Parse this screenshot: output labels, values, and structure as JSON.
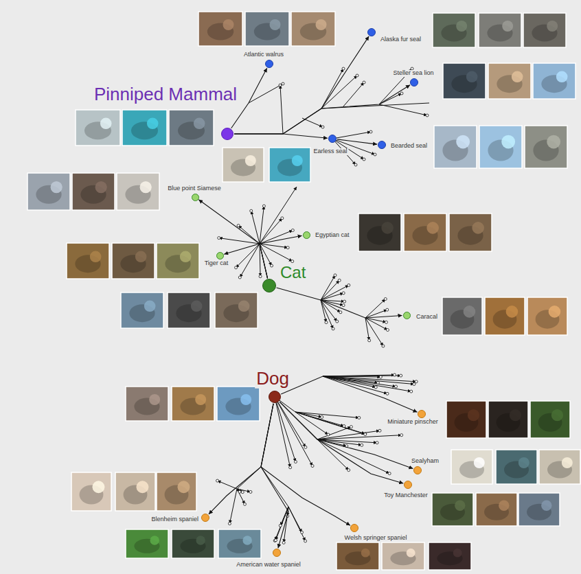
{
  "diagram": {
    "nodes": [
      {
        "text": [
          "Pinniped Mammal"
        ]
      },
      {
        "text": [
          "Atlantic walrus"
        ]
      },
      {
        "text": [
          "Alaska fur seal"
        ]
      },
      {
        "text": [
          "Steller sea lion"
        ]
      },
      {
        "text": [
          "Earless seal"
        ]
      },
      {
        "text": [
          "Bearded seal"
        ]
      },
      {
        "text": [
          "Cat"
        ]
      },
      {
        "text": [
          "Blue point Siamese"
        ]
      },
      {
        "text": [
          "Egyptian cat"
        ]
      },
      {
        "text": [
          "Tiger cat"
        ]
      },
      {
        "text": [
          "Caracal"
        ]
      },
      {
        "text": [
          "Dog"
        ]
      },
      {
        "text": [
          "Miniature pinscher"
        ]
      },
      {
        "text": [
          "Sealyham"
        ]
      },
      {
        "text": [
          "Toy Manchester"
        ]
      },
      {
        "text": [
          "Blenheim spaniel"
        ]
      },
      {
        "text": [
          "Welsh springer spaniel"
        ]
      },
      {
        "text": [
          "American water spaniel"
        ]
      }
    ],
    "edges": [
      {
        "from": 0,
        "to": 1,
        "arrow": "to"
      },
      {
        "from": 0,
        "to": 2,
        "arrow": "to"
      },
      {
        "from": 0,
        "to": 3,
        "arrow": "to"
      },
      {
        "from": 0,
        "to": 4,
        "arrow": "to"
      },
      {
        "from": 4,
        "to": 5,
        "arrow": "to"
      },
      {
        "from": 6,
        "to": 7,
        "arrow": "to"
      },
      {
        "from": 6,
        "to": 8,
        "arrow": "to"
      },
      {
        "from": 6,
        "to": 9,
        "arrow": "to"
      },
      {
        "from": 6,
        "to": 10,
        "arrow": "to"
      },
      {
        "from": 11,
        "to": 12,
        "arrow": "to"
      },
      {
        "from": 11,
        "to": 13,
        "arrow": "to"
      },
      {
        "from": 11,
        "to": 14,
        "arrow": "to"
      },
      {
        "from": 11,
        "to": 15,
        "arrow": "to"
      },
      {
        "from": 11,
        "to": 16,
        "arrow": "to"
      },
      {
        "from": 11,
        "to": 17,
        "arrow": "to"
      }
    ]
  }
}
